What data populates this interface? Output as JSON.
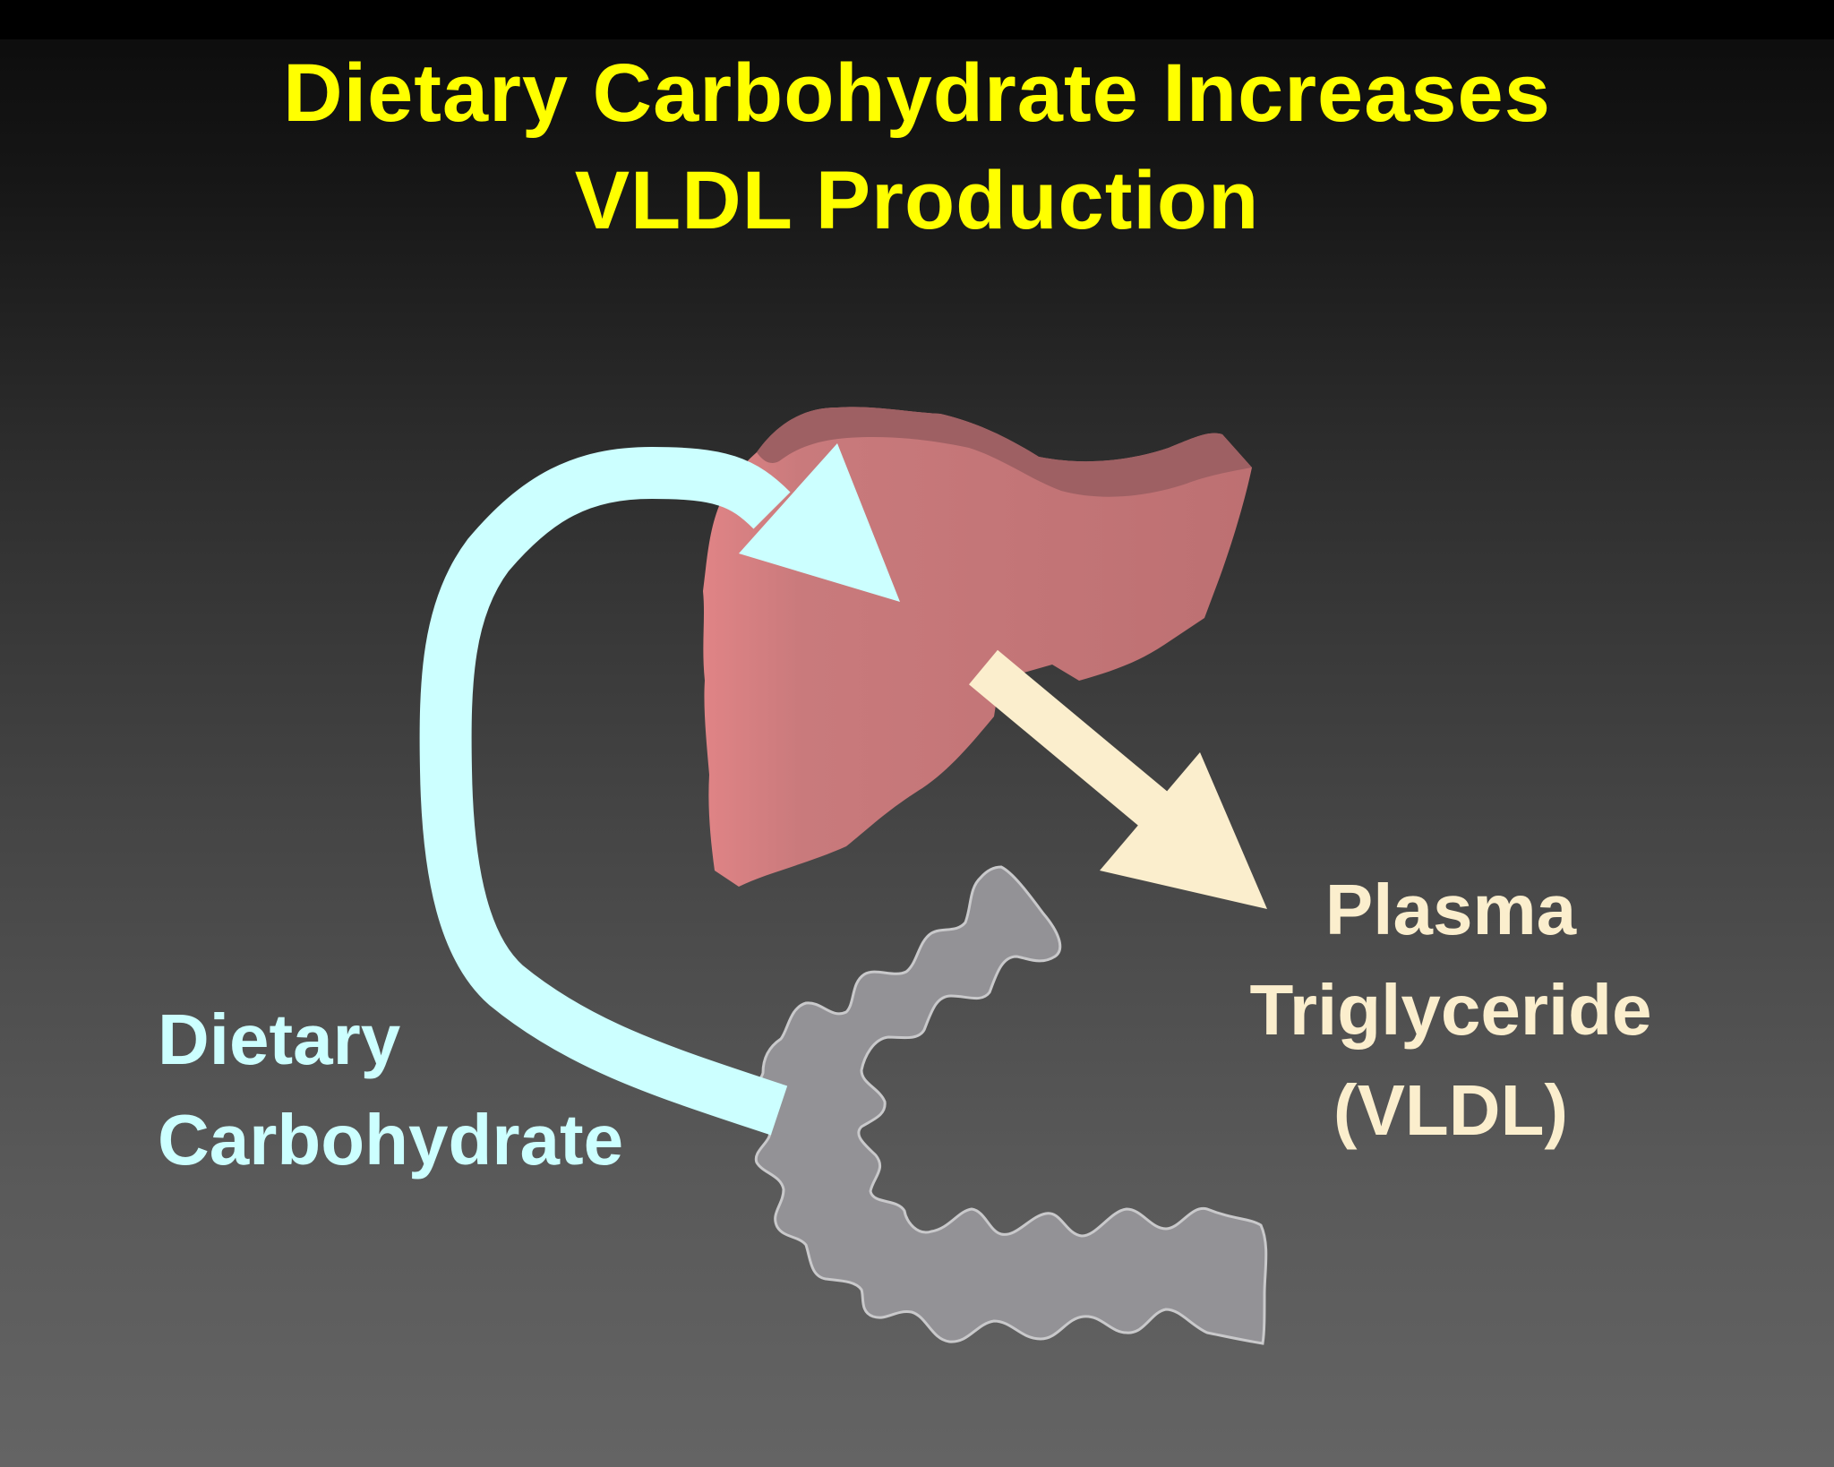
{
  "title": {
    "line1": "Dietary Carbohydrate Increases",
    "line2": "VLDL Production"
  },
  "labels": {
    "carbohydrate": {
      "line1": "Dietary",
      "line2": "Carbohydrate"
    },
    "triglyceride": {
      "line1": "Plasma",
      "line2": "Triglyceride",
      "line3": "(VLDL)"
    }
  },
  "colors": {
    "title": "#ffff00",
    "carbohydrate": "#ccffff",
    "triglyceride": "#fbeecd",
    "liver": "#c27476",
    "intestine": "#939296"
  },
  "icons": {
    "liver": "liver-icon",
    "intestine": "intestine-icon"
  }
}
